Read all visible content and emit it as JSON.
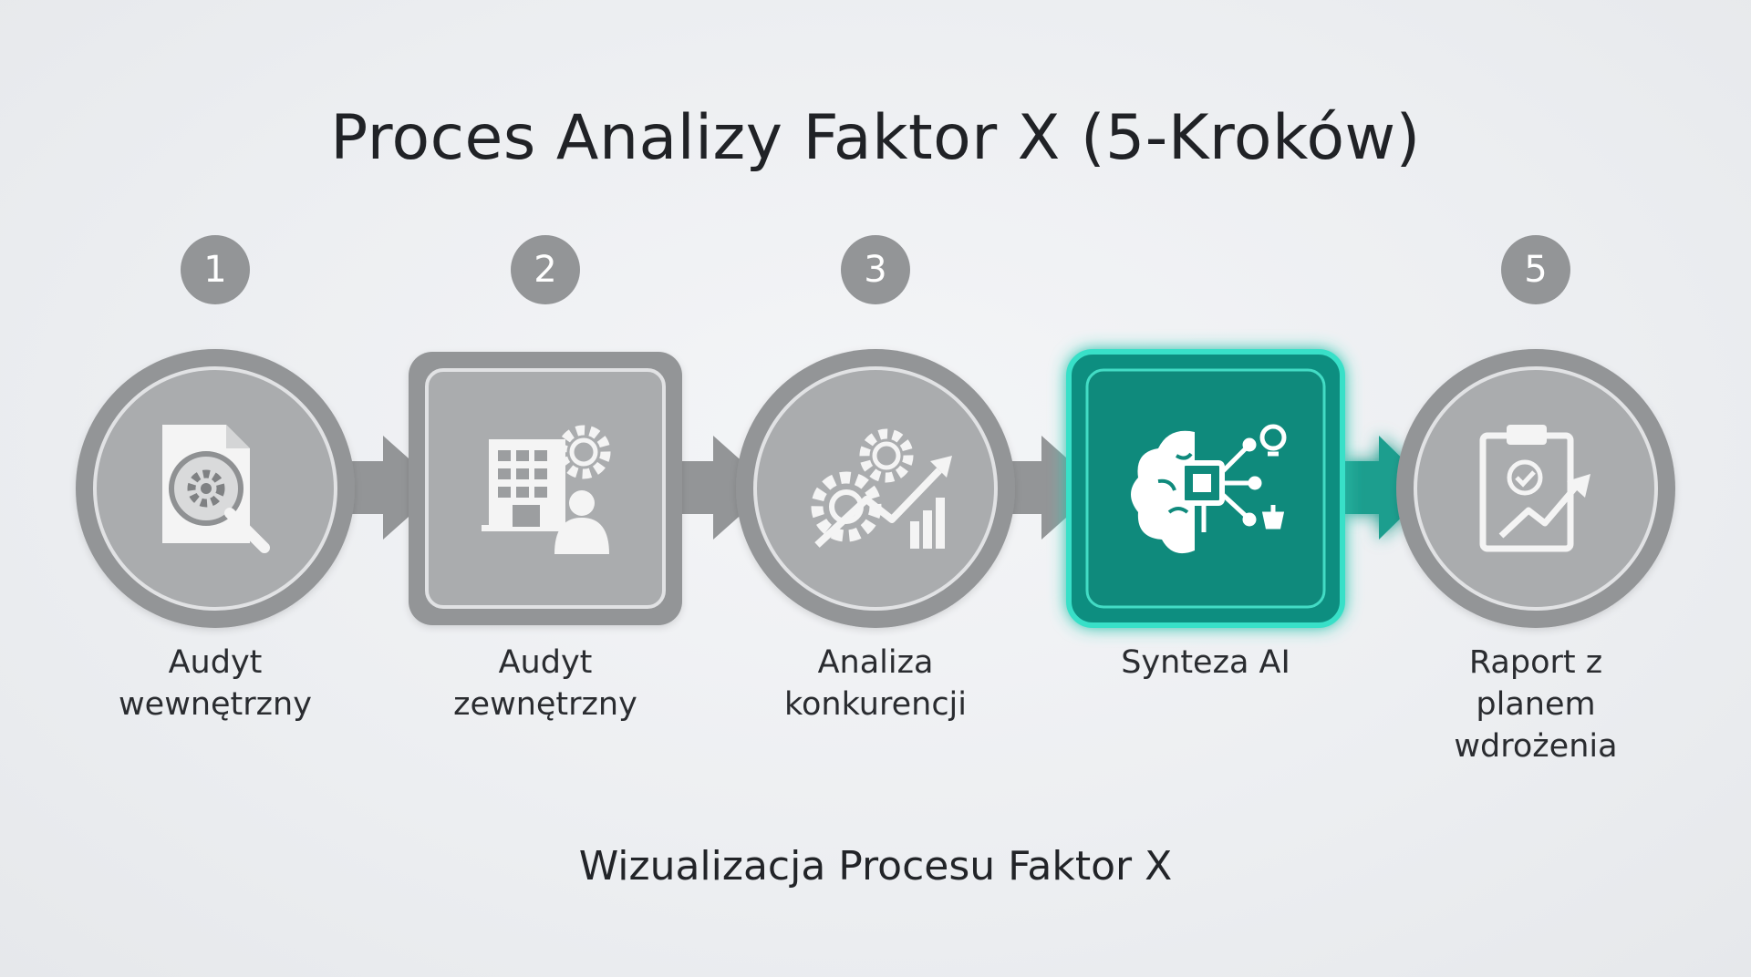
{
  "title": "Proces Analizy Faktor X (5-Kroków)",
  "subtitle": "Wizualizacja Procesu Faktor X",
  "colors": {
    "gray_outer": "#939597",
    "gray_inner": "#aaacae",
    "gray_ring": "#e1e2e4",
    "accent_outer": "#118e80",
    "accent_inner": "#0f8a7c",
    "accent_glow": "#38e0c8",
    "arrow_gray": "#939597",
    "arrow_accent": "#1a9e8e"
  },
  "steps": [
    {
      "number": "1",
      "label": "Audyt\nwewnętrzny",
      "shape": "circle",
      "icon": "document-search-gear-icon",
      "highlight": false
    },
    {
      "number": "2",
      "label": "Audyt\nzewnętrzny",
      "shape": "square",
      "icon": "building-gear-person-icon",
      "highlight": false
    },
    {
      "number": "3",
      "label": "Analiza\nkonkurencji",
      "shape": "circle",
      "icon": "gears-growth-chart-icon",
      "highlight": false
    },
    {
      "number": "",
      "label": "Synteza AI",
      "shape": "square",
      "icon": "ai-brain-chip-icon",
      "highlight": true
    },
    {
      "number": "5",
      "label": "Raport z\nplanem\nwdrożenia",
      "shape": "circle",
      "icon": "clipboard-report-icon",
      "highlight": false
    }
  ]
}
